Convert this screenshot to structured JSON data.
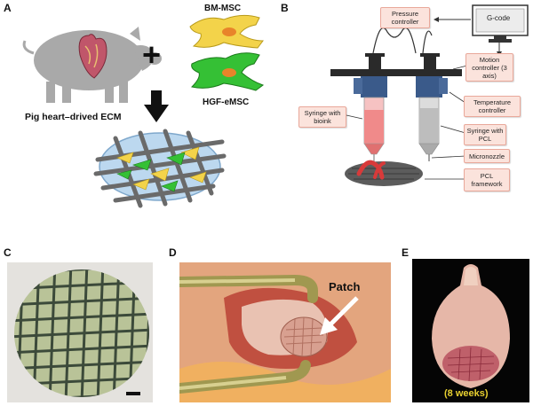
{
  "panels": {
    "a": {
      "letter": "A",
      "cell_labels": [
        "BM-MSC",
        "HGF-eMSC"
      ],
      "ecm_label": "Pig heart–drived ECM",
      "plus": "+"
    },
    "b": {
      "letter": "B",
      "gcode_label": "G-code",
      "callouts": {
        "pressure": "Pressure controller",
        "motion": "Motion controller (3 axis)",
        "temperature": "Temperature controller",
        "syringe_bioink": "Syringe with bioink",
        "syringe_pcl": "Syringe with PCL",
        "micronozzle": "Micronozzle",
        "pcl_framework": "PCL framework"
      }
    },
    "c": {
      "letter": "C"
    },
    "d": {
      "letter": "D",
      "patch_label": "Patch"
    },
    "e": {
      "letter": "E",
      "time_label": "(8 weeks)"
    }
  },
  "colors": {
    "bm_msc": "#f3d34a",
    "hgf_emsc": "#35c035",
    "callout_fill": "#fbe3dc",
    "bioink": "#f08a8a",
    "pcl": "#c9c9c9",
    "time_label": "#e8d030"
  }
}
